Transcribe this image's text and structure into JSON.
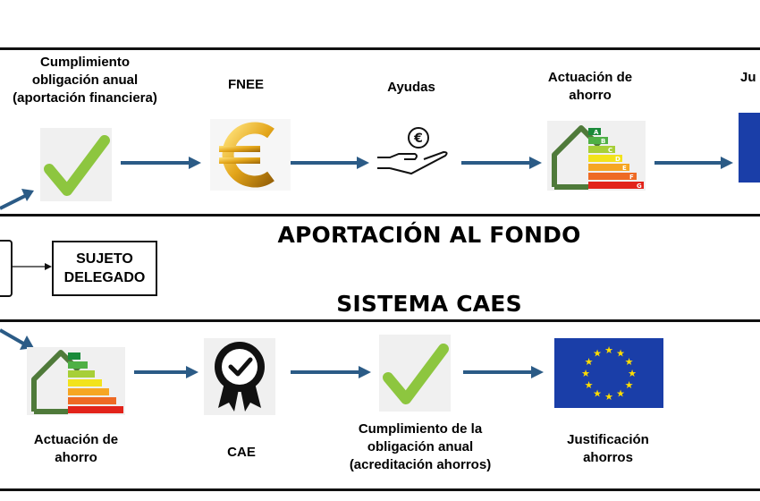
{
  "top_flow": {
    "steps": [
      {
        "label": "Cumplimiento\nobligación anual\n(aportación financiera)",
        "icon": "checkmark-icon"
      },
      {
        "label": "FNEE",
        "icon": "euro-icon"
      },
      {
        "label": "Ayudas",
        "icon": "hand-euro-icon"
      },
      {
        "label": "Actuación de\nahorro",
        "icon": "energy-house-icon"
      },
      {
        "label": "Ju",
        "icon": "eu-flag-icon"
      }
    ]
  },
  "section_titles": {
    "fund": "APORTACIÓN AL FONDO",
    "caes": "SISTEMA CAES"
  },
  "left_boxes": {
    "subject": "SUJETO\nDELEGADO"
  },
  "bottom_flow": {
    "steps": [
      {
        "label": "Actuación de\nahorro",
        "icon": "energy-house-icon"
      },
      {
        "label": "CAE",
        "icon": "certificate-icon"
      },
      {
        "label": "Cumplimiento de la\nobligación anual\n(acreditación ahorros)",
        "icon": "checkmark-icon"
      },
      {
        "label": "Justificación\nahorros",
        "icon": "eu-flag-icon"
      }
    ]
  },
  "energy_scale_letters": [
    "A",
    "B",
    "C",
    "D",
    "E",
    "F",
    "G"
  ],
  "colors": {
    "arrow": "#2b5b86",
    "check": "#8dc63f",
    "eu_blue": "#1a3ea8",
    "eu_star": "#ffdd00",
    "euro_gold": "#e3a51a",
    "house": "#4f7a3a"
  }
}
